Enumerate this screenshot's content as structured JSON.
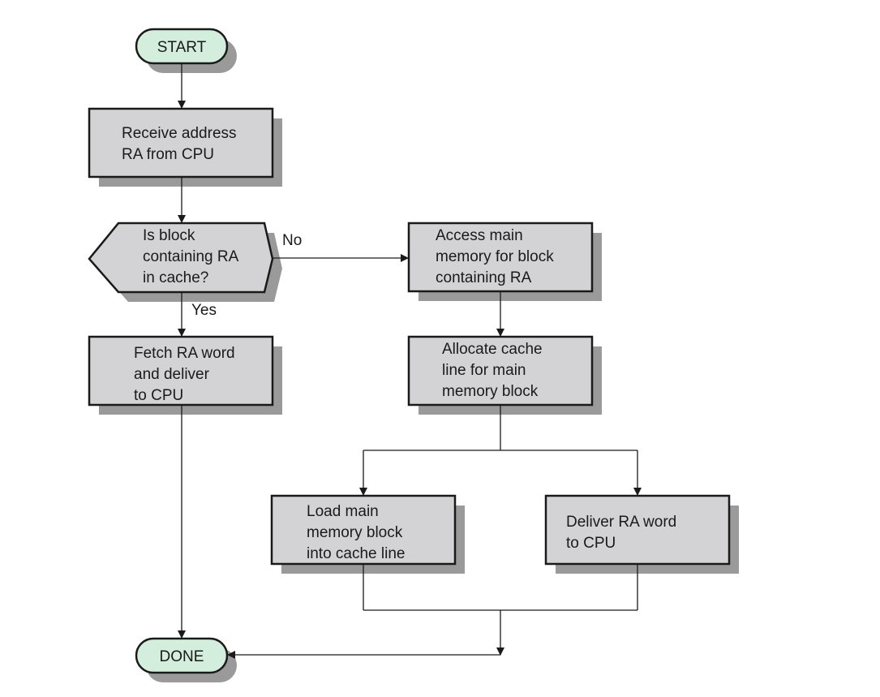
{
  "diagram": {
    "start": "START",
    "done": "DONE",
    "receive": [
      "Receive address",
      "RA from CPU"
    ],
    "decision": [
      "Is block",
      "containing RA",
      "in cache?"
    ],
    "no_label": "No",
    "yes_label": "Yes",
    "fetch": [
      "Fetch RA word",
      "and deliver",
      "to CPU"
    ],
    "access": [
      "Access main",
      "memory for block",
      "containing RA"
    ],
    "allocate": [
      "Allocate cache",
      "line for main",
      "memory block"
    ],
    "load": [
      "Load main",
      "memory block",
      "into cache line"
    ],
    "deliver": [
      "Deliver RA word",
      "to CPU"
    ]
  },
  "colors": {
    "terminal_fill": "#d4eedd",
    "process_fill": "#d3d3d5",
    "shadow": "#9a9a9a",
    "stroke": "#1a1a1a"
  }
}
